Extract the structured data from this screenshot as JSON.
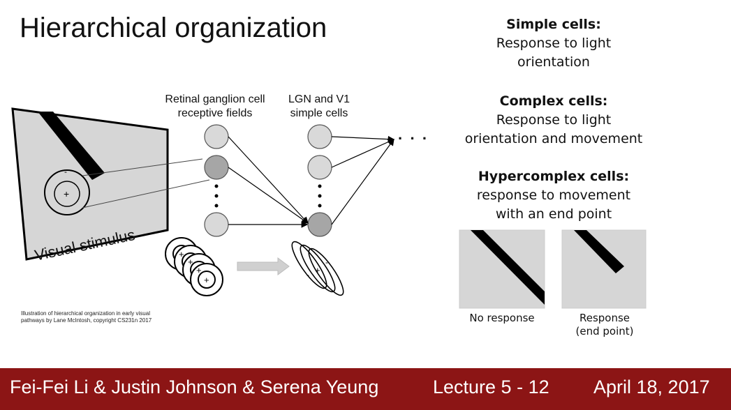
{
  "slide": {
    "title": "Hierarchical organization",
    "simple": {
      "heading": "Simple cells:",
      "line1": "Response to light",
      "line2": "orientation"
    },
    "complex": {
      "heading": "Complex cells:",
      "line1": "Response to light",
      "line2": "orientation and movement"
    },
    "hyper": {
      "heading": "Hypercomplex cells:",
      "line1": "response to movement",
      "line2": "with an end point"
    },
    "retinal_label_1": "Retinal ganglion cell",
    "retinal_label_2": "receptive fields",
    "lgn_label_1": "LGN and V1",
    "lgn_label_2": "simple cells",
    "visual_stimulus": "Visual stimulus",
    "ellipsis": "· · ·",
    "credit_1": "Illustration of hierarchical organization in early visual",
    "credit_2": "pathways by Lane McIntosh, copyright CS231n 2017",
    "no_response": "No response",
    "response_1": "Response",
    "response_2": "(end point)"
  },
  "footer": {
    "authors": "Fei-Fei Li & Justin Johnson & Serena Yeung",
    "lecture": "Lecture 5 - 12",
    "date": "April 18, 2017"
  },
  "colors": {
    "footer_bg": "#8c1515",
    "node_light": "#d9d9d9",
    "node_dark": "#a6a6a6",
    "panel": "#d6d6d6"
  }
}
